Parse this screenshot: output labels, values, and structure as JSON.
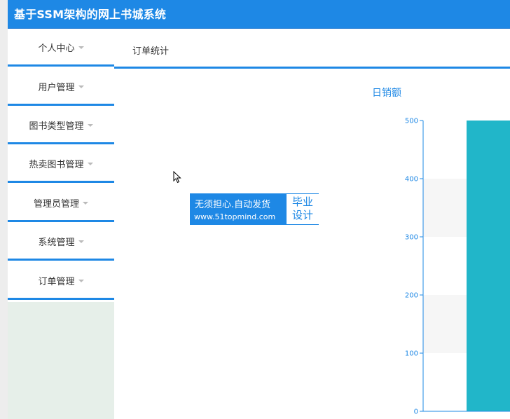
{
  "app": {
    "title": "基于SSM架构的网上书城系统"
  },
  "sidebar": {
    "items": [
      {
        "label": "个人中心"
      },
      {
        "label": "用户管理"
      },
      {
        "label": "图书类型管理"
      },
      {
        "label": "热卖图书管理"
      },
      {
        "label": "管理员管理"
      },
      {
        "label": "系统管理"
      },
      {
        "label": "订单管理"
      }
    ]
  },
  "tabs": {
    "active": "订单统计"
  },
  "watermark": {
    "line1": "无须担心.自动发货",
    "url": "www.51topmind.com",
    "side_top": "毕业",
    "side_bottom": "设计"
  },
  "icons": {
    "cursor": "mouse-pointer-icon",
    "caret": "caret-down-icon"
  },
  "colors": {
    "primary": "#1e88e5",
    "bar": "#21b6c9",
    "sidebar_fill": "#e6efe9"
  },
  "chart_data": {
    "type": "bar",
    "title": "日销额",
    "ylim": [
      0,
      500
    ],
    "yticks": [
      0,
      100,
      200,
      300,
      400,
      500
    ],
    "categories": [
      ""
    ],
    "values": [
      500
    ]
  }
}
